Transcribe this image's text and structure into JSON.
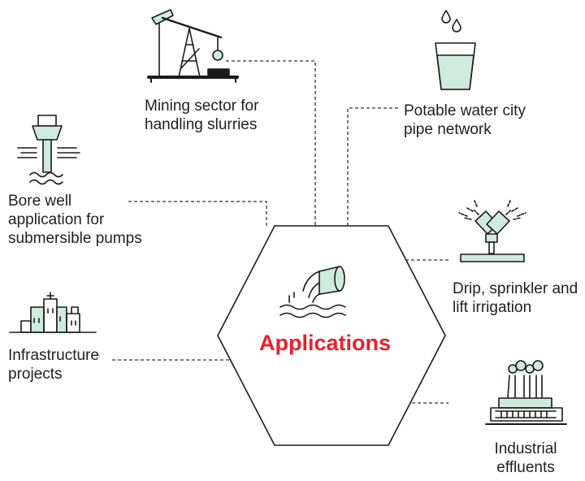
{
  "center": {
    "title": "Applications"
  },
  "colors": {
    "accent": "#e8202a",
    "icon_fill": "#cfeadf",
    "stroke": "#1a1a1a",
    "connector": "#333333"
  },
  "nodes": [
    {
      "id": "mining",
      "line1": "Mining sector for",
      "line2": "handling slurries",
      "icon": "oil-pump-jack-icon"
    },
    {
      "id": "potable",
      "line1": "Potable water city",
      "line2": "pipe network",
      "icon": "water-glass-icon"
    },
    {
      "id": "borewell",
      "line1": "Bore well",
      "line2": "application for",
      "line3": "submersible pumps",
      "icon": "submersible-pump-icon"
    },
    {
      "id": "drip",
      "line1": "Drip, sprinkler and",
      "line2": "lift irrigation",
      "icon": "sprinkler-icon"
    },
    {
      "id": "infra",
      "line1": "Infrastructure",
      "line2": "projects",
      "icon": "city-buildings-icon"
    },
    {
      "id": "industrial",
      "line1": "Industrial",
      "line2": "effluents",
      "icon": "factory-icon"
    }
  ]
}
